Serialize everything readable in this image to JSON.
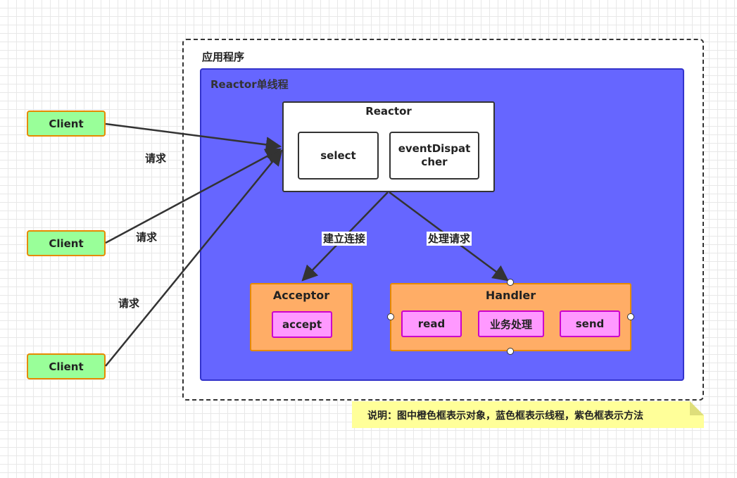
{
  "app": {
    "label": "应用程序"
  },
  "thread": {
    "label": "Reactor单线程"
  },
  "reactor": {
    "title": "Reactor",
    "select": "select",
    "dispatcher": "eventDispatcher"
  },
  "clients": [
    {
      "label": "Client"
    },
    {
      "label": "Client"
    },
    {
      "label": "Client"
    }
  ],
  "requests": [
    "请求",
    "请求",
    "请求"
  ],
  "edges": {
    "connect": "建立连接",
    "handle": "处理请求"
  },
  "acceptor": {
    "title": "Acceptor",
    "method": "accept"
  },
  "handler": {
    "title": "Handler",
    "methods": [
      "read",
      "业务处理",
      "send"
    ]
  },
  "note": {
    "text": "说明：图中橙色框表示对象，蓝色框表示线程，紫色框表示方法"
  },
  "colors": {
    "client_fill": "#99ff99",
    "object_fill": "#ffad66",
    "thread_fill": "#6666ff",
    "method_fill": "#ff99ff",
    "note_fill": "#ffff99"
  }
}
